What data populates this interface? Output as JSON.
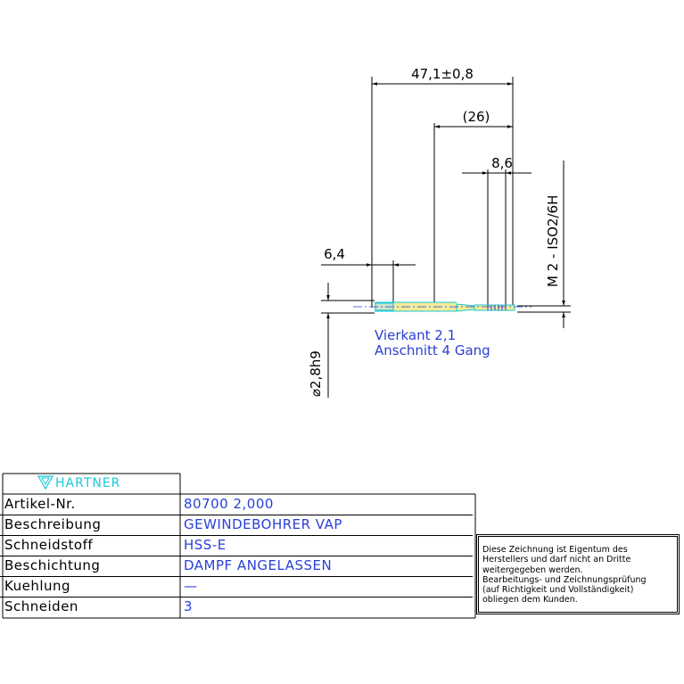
{
  "dimensions": {
    "overall_length": "47,1±0,8",
    "reference_length": "(26)",
    "thread_length": "8,6",
    "square_length": "6,4",
    "shank_diameter": "⌀2,8h9",
    "thread_spec": "M 2 - ISO2/6H"
  },
  "notes": {
    "square": "Vierkant 2,1",
    "chamfer": "Anschnitt 4 Gang"
  },
  "title_block": {
    "logo_text": "HARTNER",
    "rows": [
      {
        "label": "Artikel-Nr.",
        "value": "80700 2,000"
      },
      {
        "label": "Beschreibung",
        "value": "GEWINDEBOHRER VAP"
      },
      {
        "label": "Schneidstoff",
        "value": "HSS-E"
      },
      {
        "label": "Beschichtung",
        "value": "DAMPF ANGELASSEN"
      },
      {
        "label": "Kuehlung",
        "value": "—"
      },
      {
        "label": "Schneiden",
        "value": "3"
      }
    ],
    "notice_lines": [
      "Diese Zeichnung ist Eigentum des",
      "Herstellers und darf nicht an Dritte",
      "weitergegeben werden.",
      "Bearbeitungs- und Zeichnungsprüfung",
      "(auf Richtigkeit und Vollständigkeit)",
      "obliegen dem Kunden."
    ]
  },
  "colors": {
    "line": "#000000",
    "annotation": "#2a3fd6",
    "logo": "#19c8d8",
    "tool_fill": "#f3ec9a",
    "thread": "#19c8d8"
  }
}
